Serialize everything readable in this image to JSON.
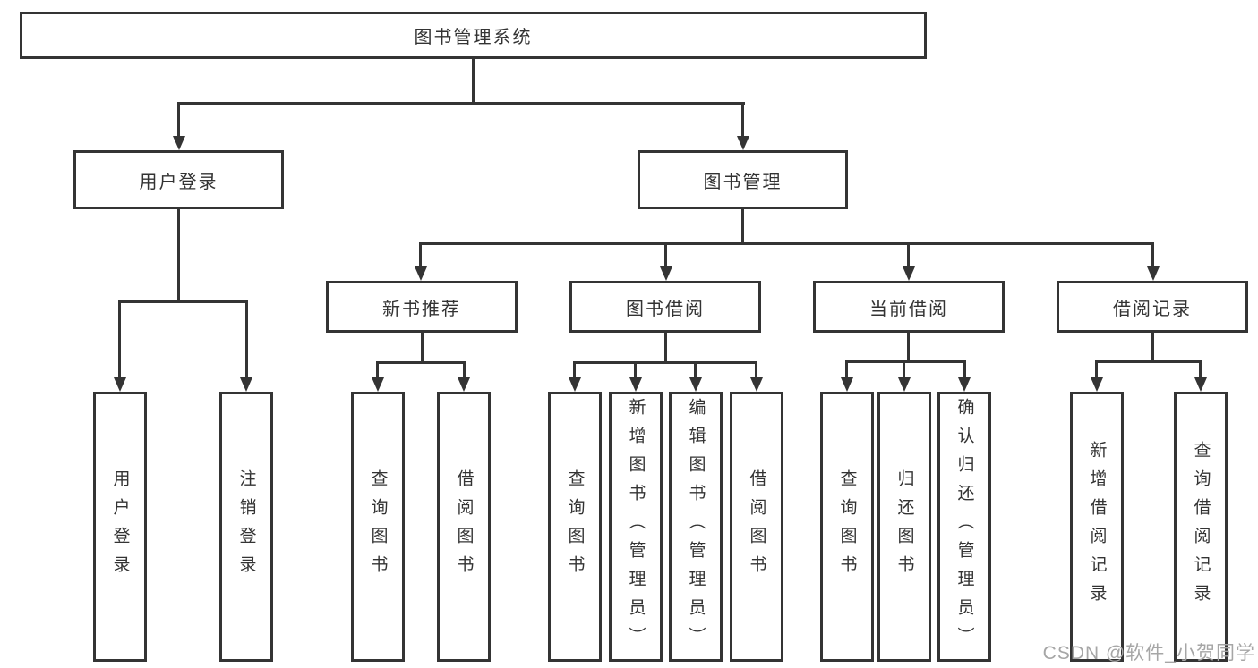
{
  "diagram": {
    "type": "tree",
    "colors": {
      "line": "#343434",
      "border": "#343434",
      "text": "#333333",
      "watermark": "#a6a6a6",
      "background": "#ffffff"
    },
    "root": {
      "label": "图书管理系统"
    },
    "branches": [
      {
        "label": "用户登录",
        "children": [
          "用户登录",
          "注销登录"
        ]
      },
      {
        "label": "图书管理",
        "children": [
          {
            "label": "新书推荐",
            "children": [
              "查询图书",
              "借阅图书"
            ]
          },
          {
            "label": "图书借阅",
            "children": [
              "查询图书",
              "新增图书（管理员）",
              "编辑图书（管理员）",
              "借阅图书"
            ]
          },
          {
            "label": "当前借阅",
            "children": [
              "查询图书",
              "归还图书",
              "确认归还（管理员）"
            ]
          },
          {
            "label": "借阅记录",
            "children": [
              "新增借阅记录",
              "查询借阅记录"
            ]
          }
        ]
      }
    ],
    "watermark": "CSDN @软件_小贺同学"
  }
}
